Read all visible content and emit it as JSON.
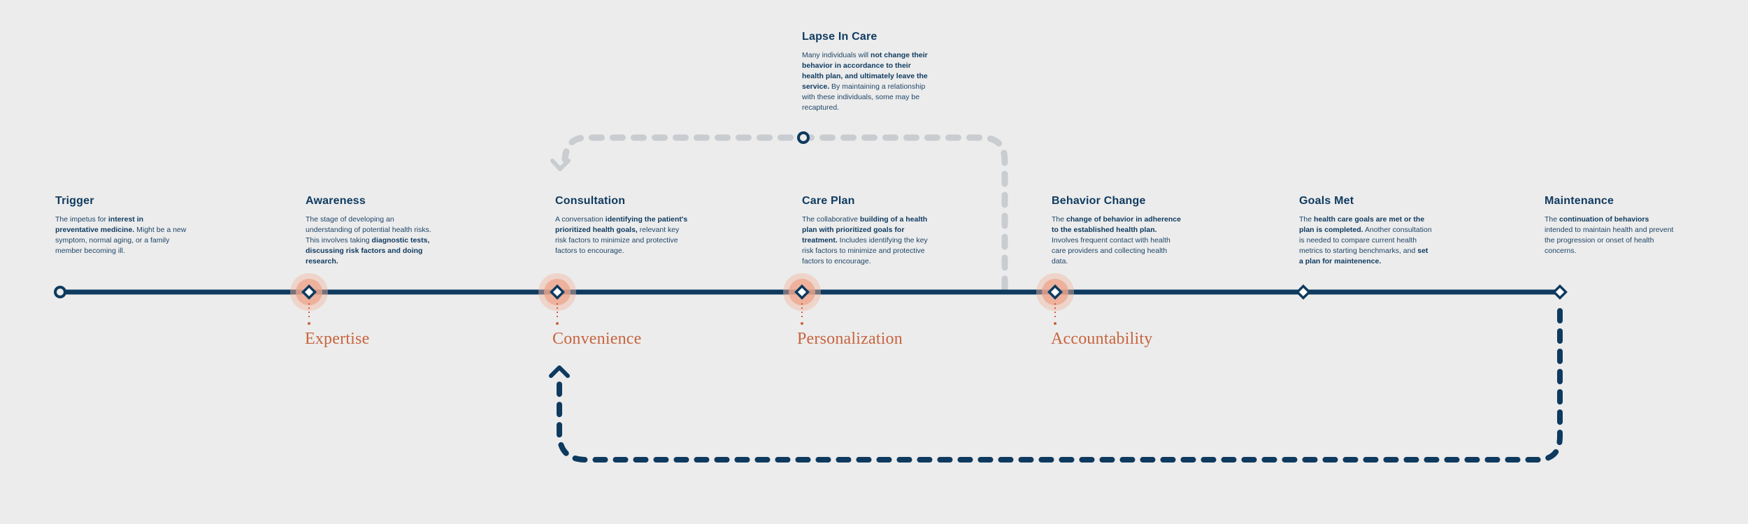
{
  "colors": {
    "navy": "#0e3a5f",
    "accent": "#c8643e",
    "halo": "#f2b7a2",
    "dash_gray": "#c9ccd0",
    "background": "#ececec"
  },
  "stages": [
    {
      "title": "Trigger",
      "parts": [
        {
          "t": "The impetus for ",
          "b": false
        },
        {
          "t": "interest in preventative medicine.",
          "b": true
        },
        {
          "t": " Might be a new symptom, normal aging, or a family member becoming ill.",
          "b": false
        }
      ]
    },
    {
      "title": "Awareness",
      "parts": [
        {
          "t": "The stage of developing an understanding of potential health risks. This involves taking ",
          "b": false
        },
        {
          "t": "diagnostic tests, discussing risk factors and doing research.",
          "b": true
        }
      ]
    },
    {
      "title": "Consultation",
      "parts": [
        {
          "t": "A conversation ",
          "b": false
        },
        {
          "t": "identifying the patient's prioritized health goals,",
          "b": true
        },
        {
          "t": " relevant key risk factors to minimize and protective factors to encourage.",
          "b": false
        }
      ]
    },
    {
      "title": "Care Plan",
      "parts": [
        {
          "t": "The collaborative ",
          "b": false
        },
        {
          "t": "building of a health plan with prioritized goals for treatment.",
          "b": true
        },
        {
          "t": " Includes identifying the key risk factors to minimize and protective factors to encourage.",
          "b": false
        }
      ]
    },
    {
      "title": "Behavior Change",
      "parts": [
        {
          "t": "The ",
          "b": false
        },
        {
          "t": "change of behavior in adherence to the established health plan.",
          "b": true
        },
        {
          "t": " Involves frequent contact with health care providers and collecting health data.",
          "b": false
        }
      ]
    },
    {
      "title": "Goals Met",
      "parts": [
        {
          "t": "The ",
          "b": false
        },
        {
          "t": "health care goals are met or the plan is completed.",
          "b": true
        },
        {
          "t": " Another consultation is needed to compare current health metrics to starting benchmarks, and ",
          "b": false
        },
        {
          "t": "set a plan for maintenence.",
          "b": true
        }
      ]
    },
    {
      "title": "Maintenance",
      "parts": [
        {
          "t": "The ",
          "b": false
        },
        {
          "t": "continuation of behaviors",
          "b": true
        },
        {
          "t": " intended to maintain health and prevent the progression or onset of health concerns.",
          "b": false
        }
      ]
    }
  ],
  "lapse": {
    "title": "Lapse In Care",
    "parts": [
      {
        "t": "Many individuals will ",
        "b": false
      },
      {
        "t": "not change their behavior in accordance to their health plan, and ultimately leave the service.",
        "b": true
      },
      {
        "t": " By maintaining a relationship with these individuals, some may be recaptured.",
        "b": false
      }
    ]
  },
  "values": {
    "expertise": "Expertise",
    "convenience": "Convenience",
    "personalization": "Personalization",
    "accountability": "Accountability"
  }
}
